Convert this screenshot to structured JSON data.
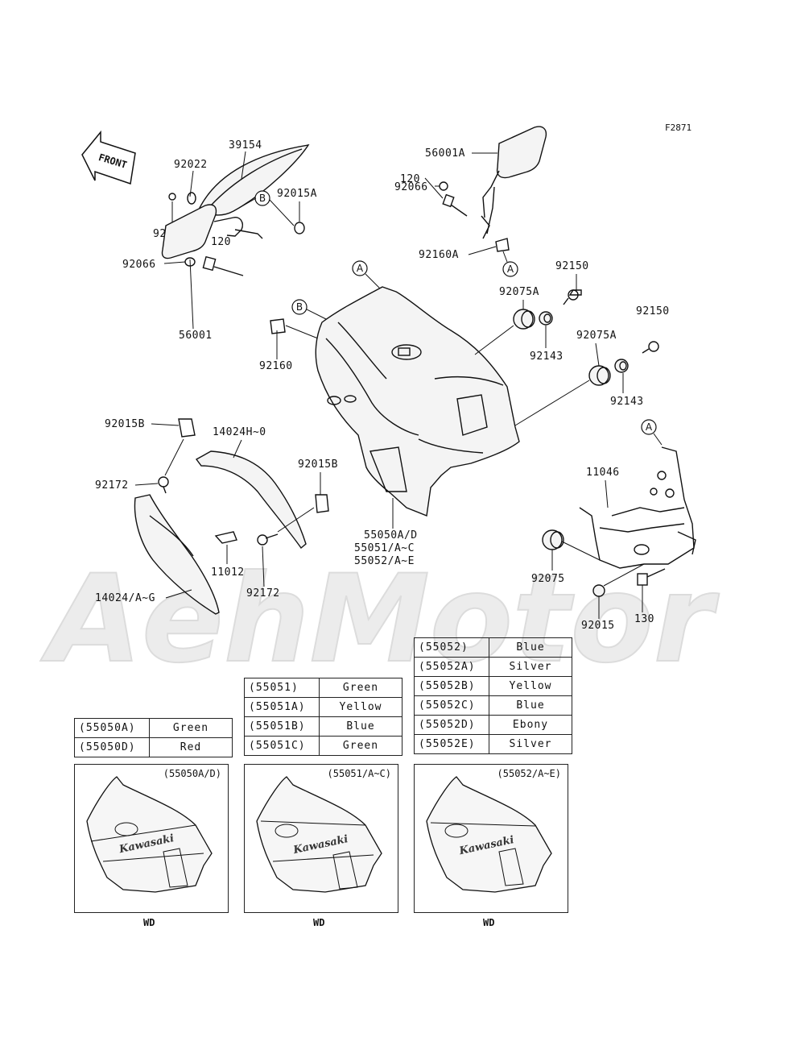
{
  "figure_code": "F2871",
  "front_arrow": "FRONT",
  "watermark": "AehMotor",
  "labels": {
    "p39154": "39154",
    "p92022": "92022",
    "p92015A_top": "92015A",
    "p92009": "92009",
    "p120_left": "120",
    "p92066_left": "92066",
    "p56001": "56001",
    "p92160": "92160",
    "p56001A": "56001A",
    "p92066_right": "92066",
    "p120_right": "120",
    "p92160A": "92160A",
    "p92150_a": "92150",
    "p92075A_a": "92075A",
    "p92143_a": "92143",
    "p92150_b": "92150",
    "p92075A_b": "92075A",
    "p92143_b": "92143",
    "p92015B_left": "92015B",
    "p14024H": "14024H~0",
    "p92172_left": "92172",
    "p92015B_right": "92015B",
    "p11012": "11012",
    "p92172_right": "92172",
    "p14024A": "14024/A~G",
    "p55050": "55050A/D",
    "p55051": "55051/A~C",
    "p55052": "55052/A~E",
    "p11046": "11046",
    "p92075": "92075",
    "p92015": "92015",
    "p130": "130"
  },
  "callouts": {
    "A": "A",
    "B": "B"
  },
  "tables": {
    "t55050": [
      {
        "code": "(55050A)",
        "color": "Green"
      },
      {
        "code": "(55050D)",
        "color": "Red"
      }
    ],
    "t55051": [
      {
        "code": "(55051)",
        "color": "Green"
      },
      {
        "code": "(55051A)",
        "color": "Yellow"
      },
      {
        "code": "(55051B)",
        "color": "Blue"
      },
      {
        "code": "(55051C)",
        "color": "Green"
      }
    ],
    "t55052": [
      {
        "code": "(55052)",
        "color": "Blue"
      },
      {
        "code": "(55052A)",
        "color": "Silver"
      },
      {
        "code": "(55052B)",
        "color": "Yellow"
      },
      {
        "code": "(55052C)",
        "color": "Blue"
      },
      {
        "code": "(55052D)",
        "color": "Ebony"
      },
      {
        "code": "(55052E)",
        "color": "Silver"
      }
    ]
  },
  "variants": [
    {
      "label": "(55050A/D)",
      "caption": "WD",
      "brand": "Kawasaki"
    },
    {
      "label": "(55051/A~C)",
      "caption": "WD",
      "brand": "Kawasaki"
    },
    {
      "label": "(55052/A~E)",
      "caption": "WD",
      "brand": "Kawasaki"
    }
  ]
}
